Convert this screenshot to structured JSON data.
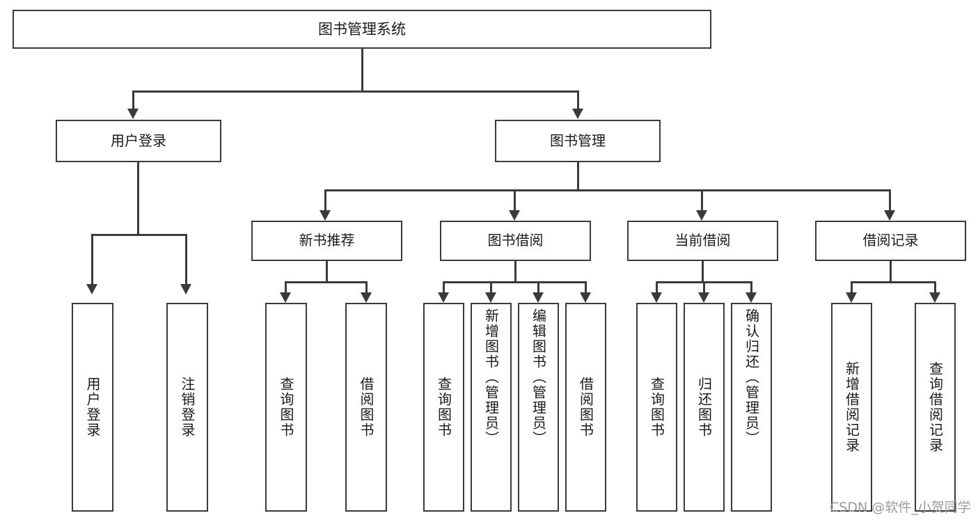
{
  "diagram": {
    "type": "tree",
    "title": "图书管理系统",
    "root": {
      "label": "图书管理系统"
    },
    "level1": [
      {
        "label": "用户登录"
      },
      {
        "label": "图书管理"
      }
    ],
    "level2": [
      {
        "label": "新书推荐"
      },
      {
        "label": "图书借阅"
      },
      {
        "label": "当前借阅"
      },
      {
        "label": "借阅记录"
      }
    ],
    "leaves": {
      "user_login": [
        {
          "label": "用户登录"
        },
        {
          "label": "注销登录"
        }
      ],
      "new_book_recommend": [
        {
          "label": "查询图书"
        },
        {
          "label": "借阅图书"
        }
      ],
      "book_borrow": [
        {
          "label": "查询图书"
        },
        {
          "label": "新增图书（管理员）"
        },
        {
          "label": "编辑图书（管理员）"
        },
        {
          "label": "借阅图书"
        }
      ],
      "current_borrow": [
        {
          "label": "查询图书"
        },
        {
          "label": "归还图书"
        },
        {
          "label": "确认归还（管理员）"
        }
      ],
      "borrow_record": [
        {
          "label": "新增借阅记录"
        },
        {
          "label": "查询借阅记录"
        }
      ]
    }
  },
  "watermark": {
    "text": "CSDN @软件_小贺同学"
  },
  "colors": {
    "stroke": "#3a3a3a",
    "background": "#ffffff",
    "text": "#1a1a1a",
    "watermark": "#9b9b9b"
  }
}
